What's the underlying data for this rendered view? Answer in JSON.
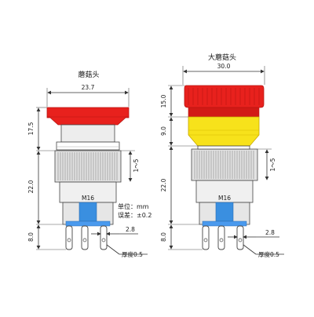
{
  "colors": {
    "cap_red": "#e8211d",
    "cap_red_dark": "#b71512",
    "collar_yellow": "#f7e21b",
    "collar_yellow_dark": "#d8b800",
    "body_grey": "#dedede",
    "body_grey_dark": "#b9b9b9",
    "base_blue": "#3a8fe0",
    "nut_grey": "#ececec"
  },
  "left_button": {
    "title": "蘑菇头",
    "dims": {
      "head_width": "23.7",
      "head_height": "17.5",
      "body_height": "22.0",
      "pin_height": "8.0",
      "panel_range": "1～5",
      "thread": "M16",
      "pin_pitch": "2.8",
      "pin_thickness": "厚度0.5"
    },
    "notes": {
      "unit": "单位：mm",
      "tolerance": "误差：±0.2"
    }
  },
  "right_button": {
    "title": "大蘑菇头",
    "dims": {
      "head_width": "30.0",
      "cap_height": "15.0",
      "collar_height": "9.0",
      "body_height": "22.0",
      "pin_height": "8.0",
      "panel_range": "1～5",
      "thread": "M16",
      "pin_pitch": "2.8",
      "pin_thickness": "厚度0.5"
    }
  }
}
